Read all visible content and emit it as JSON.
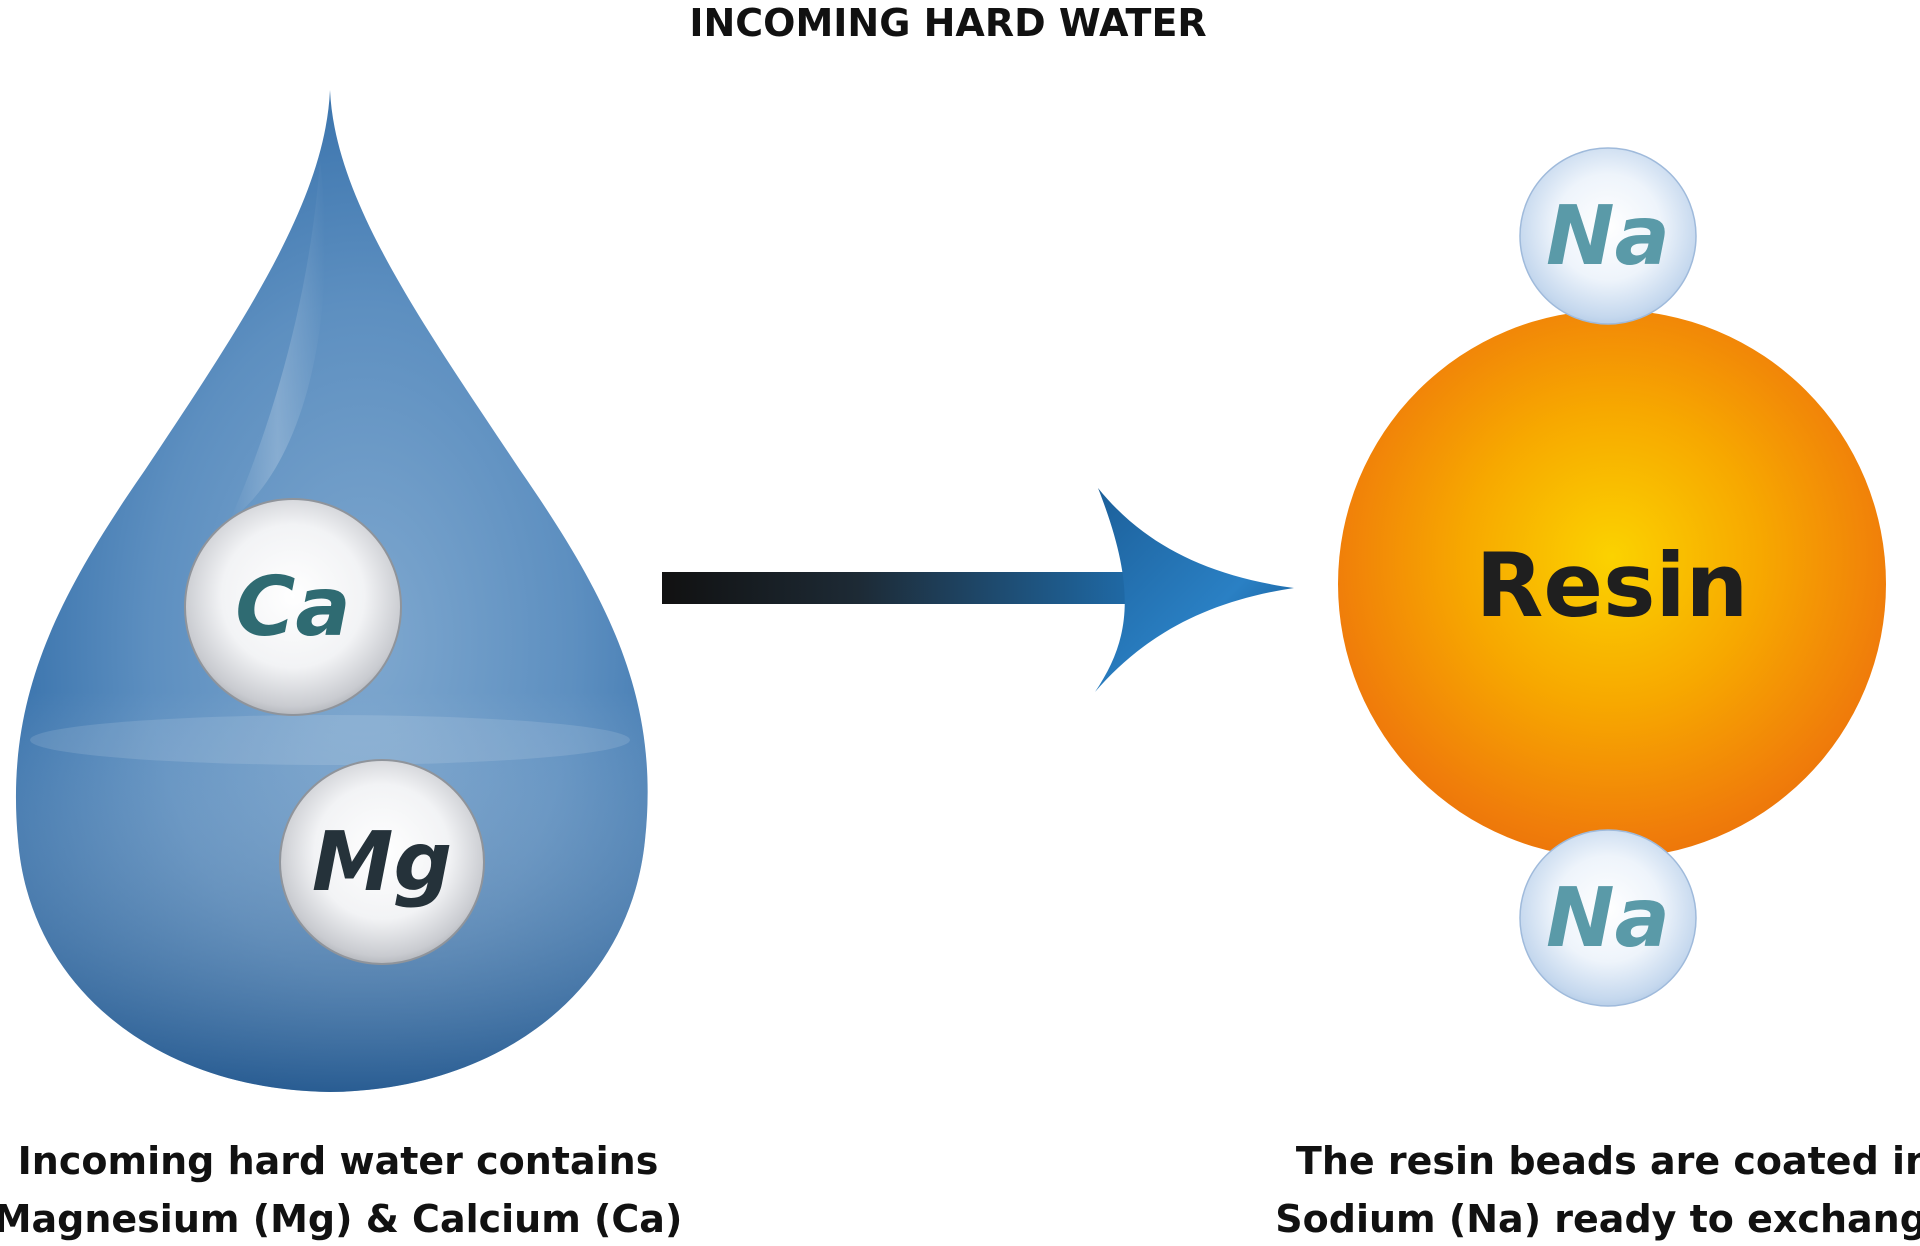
{
  "title": "INCOMING HARD WATER",
  "water_drop": {
    "ions": [
      {
        "symbol": "Ca",
        "color": "#2f6b72"
      },
      {
        "symbol": "Mg",
        "color": "#25323a"
      }
    ],
    "caption_lines": [
      "Incoming hard water contains",
      "Magnesium (Mg) & Calcium (Ca)"
    ],
    "color": "#3a78b4"
  },
  "arrow": {
    "icon": "right-arrow-icon",
    "color_start": "#111111",
    "color_end": "#1f6fb0"
  },
  "resin_bead": {
    "label": "Resin",
    "color": "#f07d0a",
    "ions": [
      {
        "symbol": "Na",
        "color": "#5a9aa8"
      },
      {
        "symbol": "Na",
        "color": "#5a9aa8"
      }
    ],
    "caption_lines": [
      "The resin beads are coated in",
      "Sodium (Na) ready to exchange"
    ]
  }
}
